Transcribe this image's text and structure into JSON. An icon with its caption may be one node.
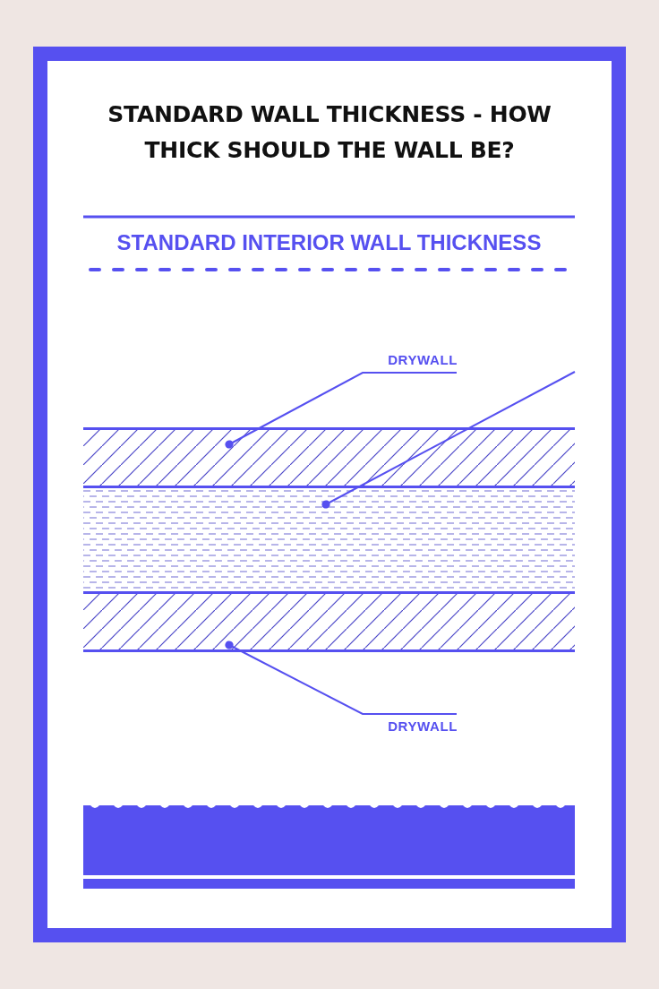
{
  "diagram": {
    "title": "STANDARD WALL THICKNESS - HOW THICK SHOULD THE WALL BE?",
    "nodes": [
      {
        "text": [
          "DRYWALL"
        ]
      },
      {
        "text": [],
        "shape": "box"
      },
      {
        "text": [],
        "shape": "box"
      },
      {
        "text": [],
        "shape": "box"
      },
      {
        "text": [
          "DRYWALL"
        ]
      }
    ],
    "edges": [
      {
        "from": 0,
        "to": 1,
        "arrow": "other"
      },
      {
        "from": null,
        "to": 2,
        "arrow": "other"
      },
      {
        "from": 4,
        "to": 3,
        "arrow": "other"
      }
    ],
    "labels": [
      "STANDARD INTERIOR WALL THICKNESS"
    ]
  }
}
